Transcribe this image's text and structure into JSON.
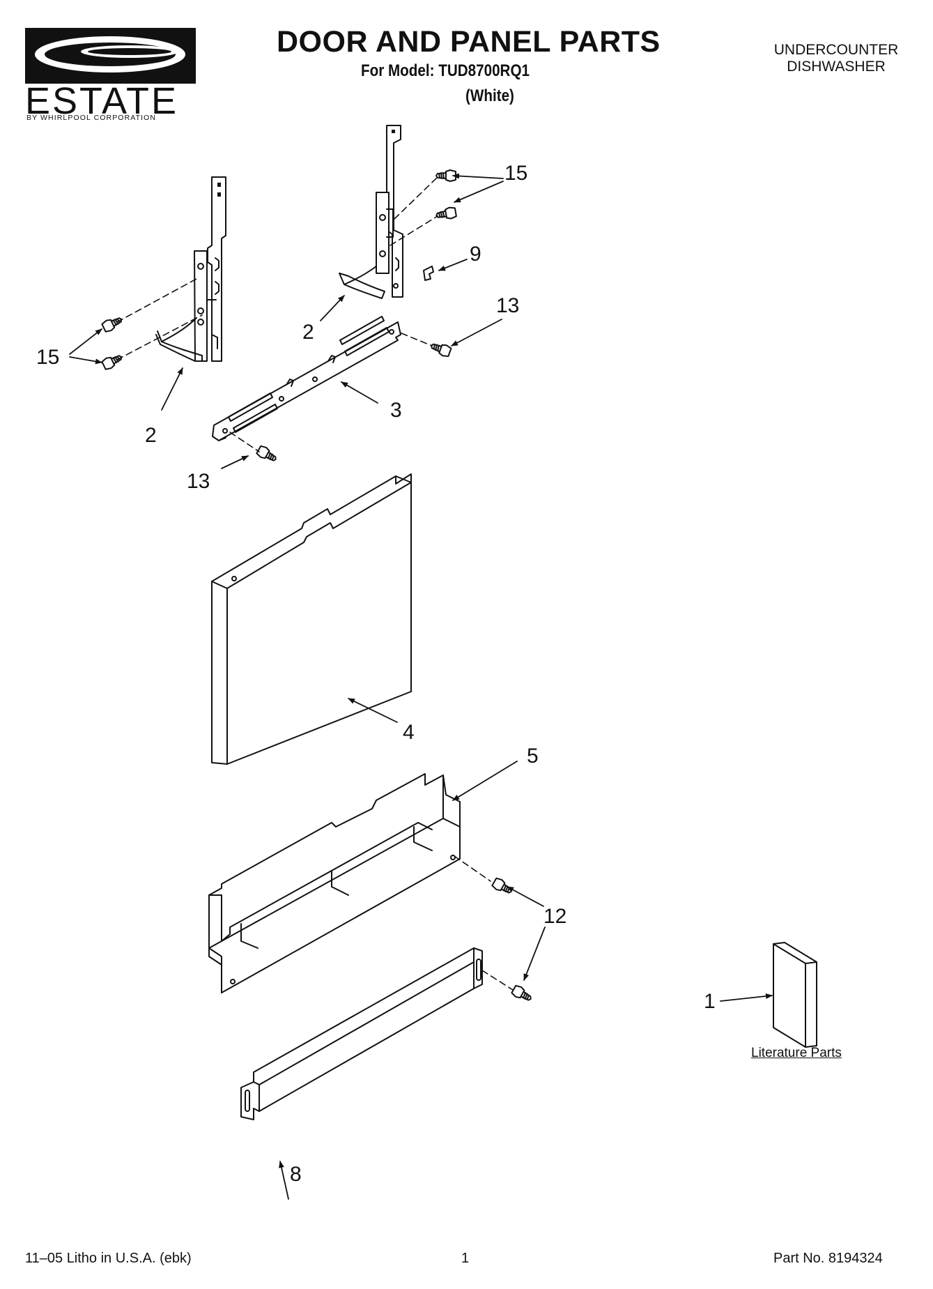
{
  "brand": {
    "name": "ESTATE",
    "tagline": "BY WHIRLPOOL CORPORATION"
  },
  "header": {
    "title": "DOOR AND PANEL PARTS",
    "model_line": "For Model: TUD8700RQ1",
    "color": "(White)",
    "appliance_line1": "UNDERCOUNTER",
    "appliance_line2": "DISHWASHER"
  },
  "callouts": {
    "c15_top": "15",
    "c9": "9",
    "c13_right": "13",
    "c2_right": "2",
    "c15_left": "15",
    "c3": "3",
    "c2_left": "2",
    "c13_left": "13",
    "c4": "4",
    "c5": "5",
    "c12": "12",
    "c1": "1",
    "c8": "8"
  },
  "literature": {
    "label": "Literature Parts"
  },
  "footer": {
    "litho": "11–05 Litho in U.S.A. (ebk)",
    "page": "1",
    "part_no": "Part No. 8194324"
  },
  "colors": {
    "ink": "#111111",
    "paper": "#ffffff"
  }
}
